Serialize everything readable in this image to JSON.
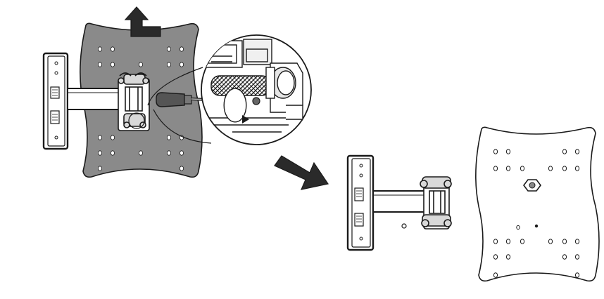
{
  "figure": {
    "type": "assembly-instruction-diagram",
    "step": "detach-mounting-plate",
    "colors": {
      "plate_fill": "#8a8a8a",
      "outline": "#1a1a1a",
      "background": "#ffffff",
      "hole": "#ffffff",
      "detail_fill": "#d9d9d9"
    },
    "panels": [
      {
        "name": "assembled-mount",
        "icons": [
          "up-arrow-icon",
          "screwdriver-icon",
          "rotate-arrow-icon",
          "magnifier-callout"
        ]
      },
      {
        "name": "separated-parts",
        "icons": [
          "diagonal-right-arrow-icon"
        ]
      }
    ]
  }
}
